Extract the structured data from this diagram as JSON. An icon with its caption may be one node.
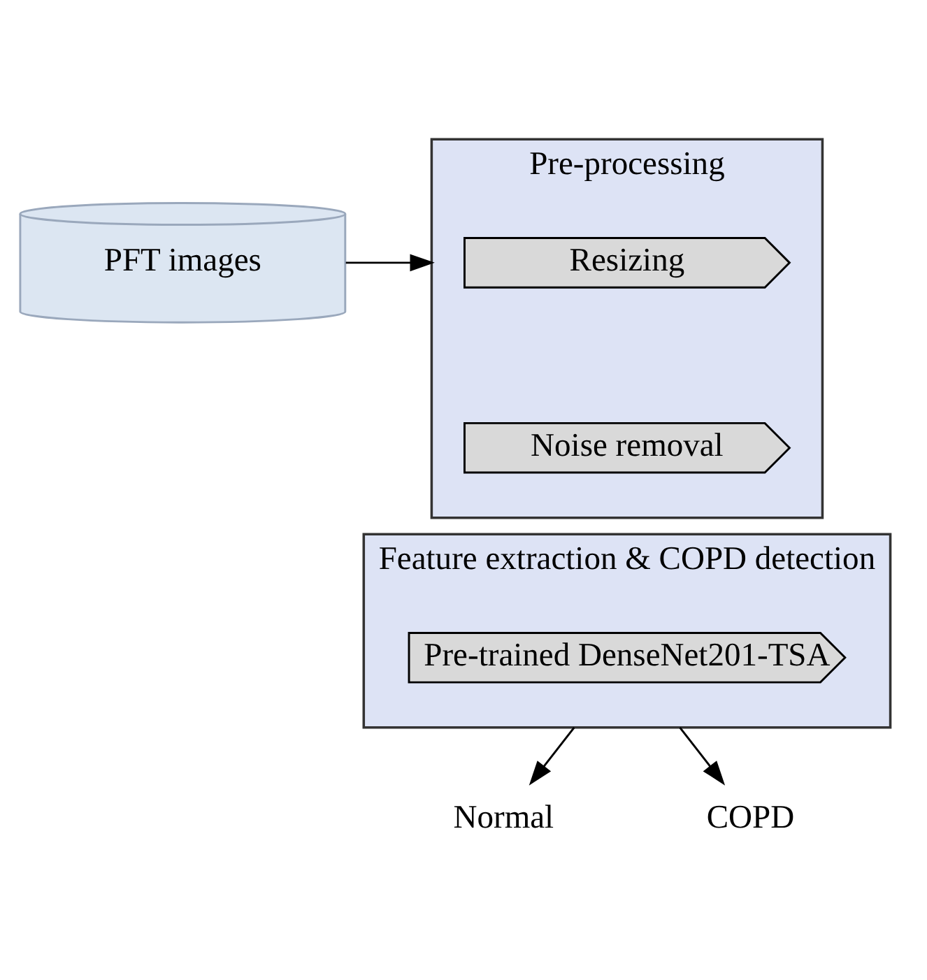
{
  "diagram": {
    "nodes": [
      {
        "text": [
          "PFT images"
        ]
      },
      {
        "text": [
          "Pre-processing"
        ]
      },
      {
        "text": [
          "Resizing"
        ],
        "in": 1
      },
      {
        "text": [
          "Noise removal"
        ],
        "in": 1
      },
      {
        "text": [
          "Feature extraction & COPD detection"
        ]
      },
      {
        "text": [
          "Pre-trained DenseNet201-TSA"
        ],
        "in": 4
      },
      {
        "text": [
          "Normal"
        ]
      },
      {
        "text": [
          "COPD"
        ]
      }
    ],
    "edges": [
      {
        "from": 0,
        "to": 1,
        "arrow": "to"
      },
      {
        "from": 4,
        "to": 6,
        "arrow": "to"
      },
      {
        "from": 4,
        "to": 7,
        "arrow": "to"
      }
    ]
  }
}
